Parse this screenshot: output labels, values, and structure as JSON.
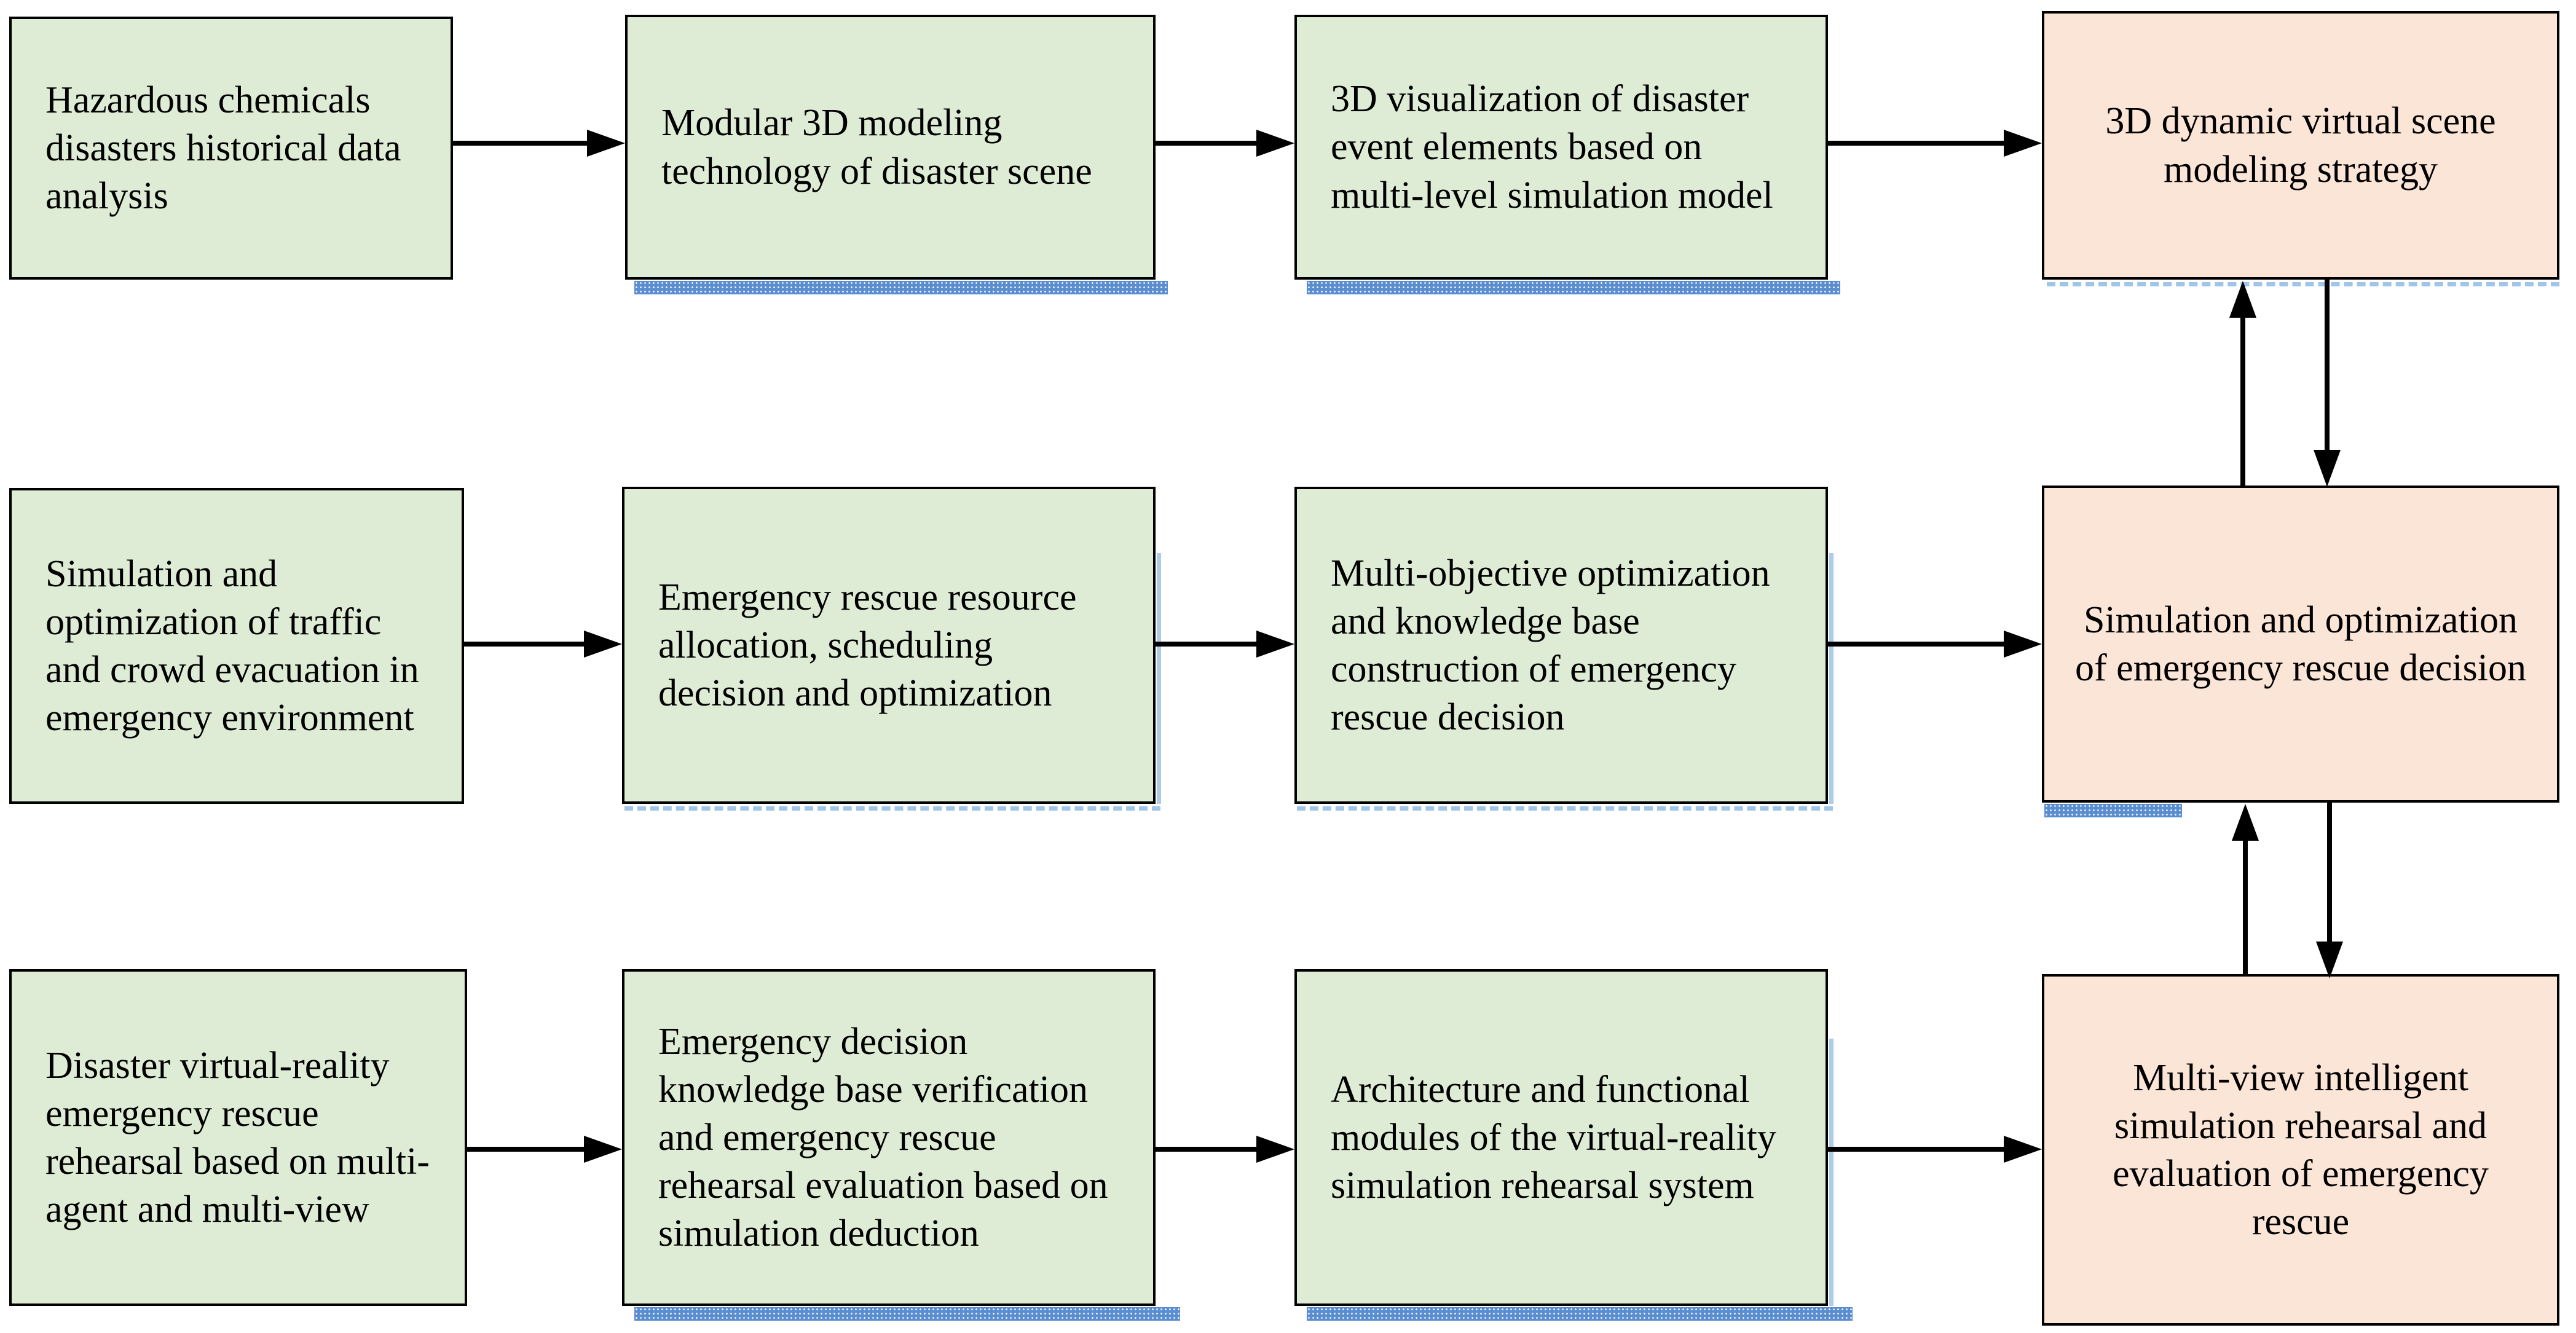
{
  "figure": {
    "background": "#ffffff",
    "colors": {
      "process_fill": "#dfecd5",
      "result_fill": "#fbe5d6",
      "box_border": "#000000",
      "arrow": "#000000",
      "shadow_blue": "#5b8ed0",
      "shadow_light": "#9fc5e8",
      "shadow_side": "#aecbeb"
    },
    "rows": [
      {
        "boxes": [
          {
            "kind": "process",
            "label": "Hazardous chemicals\ndisasters historical data\nanalysis"
          },
          {
            "kind": "process",
            "label": "Modular  3D modeling\ntechnology of  disaster scene"
          },
          {
            "kind": "process",
            "label": "3D visualization of disaster\nevent elements based on\nmulti-level simulation model"
          },
          {
            "kind": "result",
            "label": "3D dynamic virtual scene\nmodeling strategy"
          }
        ]
      },
      {
        "boxes": [
          {
            "kind": "process",
            "label": "Simulation and\noptimization of traffic\nand crowd evacuation in\nemergency environment"
          },
          {
            "kind": "process",
            "label": "Emergency rescue resource\nallocation, scheduling\ndecision and optimization"
          },
          {
            "kind": "process",
            "label": "Multi-objective optimization\nand knowledge base\nconstruction of emergency\nrescue decision"
          },
          {
            "kind": "result",
            "label": "Simulation and optimization\nof emergency rescue decision"
          }
        ]
      },
      {
        "boxes": [
          {
            "kind": "process",
            "label": "Disaster virtual-reality\nemergency rescue\nrehearsal based on multi-\nagent and multi-view"
          },
          {
            "kind": "process",
            "label": "Emergency decision\nknowledge base verification\nand emergency rescue\nrehearsal evaluation based on\nsimulation deduction"
          },
          {
            "kind": "process",
            "label": "Architecture and functional\nmodules of the virtual-reality\nsimulation rehearsal system"
          },
          {
            "kind": "result",
            "label": "Multi-view intelligent\nsimulation rehearsal and\nevaluation of emergency\nrescue"
          }
        ]
      }
    ]
  }
}
